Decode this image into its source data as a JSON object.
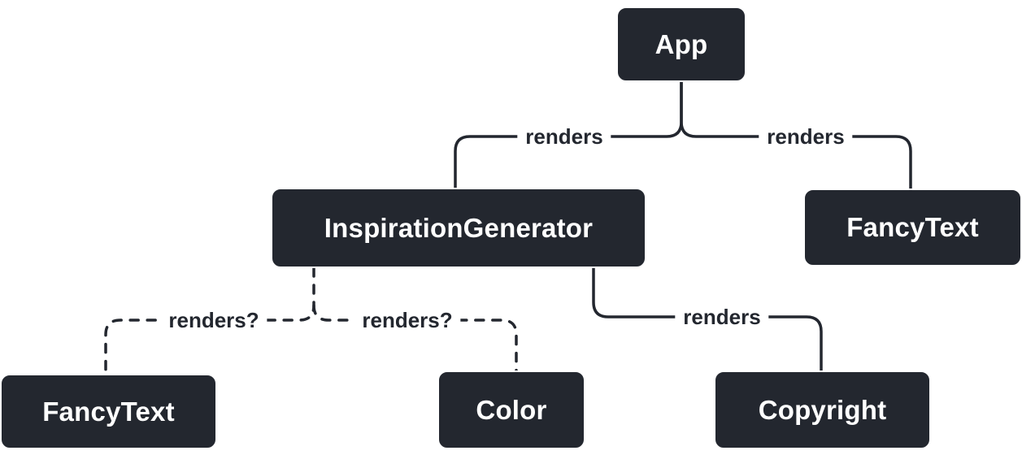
{
  "diagram": {
    "type": "tree",
    "colors": {
      "background": "#ffffff",
      "node_fill": "#23272f",
      "node_text": "#ffffff",
      "edge_stroke": "#23272f"
    },
    "nodes": {
      "app": {
        "label": "App"
      },
      "inspiration_generator": {
        "label": "InspirationGenerator"
      },
      "fancy_text_top": {
        "label": "FancyText"
      },
      "fancy_text_bottom": {
        "label": "FancyText"
      },
      "color": {
        "label": "Color"
      },
      "copyright": {
        "label": "Copyright"
      }
    },
    "edges": {
      "app_to_inspiration_generator": {
        "from": "App",
        "to": "InspirationGenerator",
        "label": "renders",
        "style": "solid"
      },
      "app_to_fancy_text": {
        "from": "App",
        "to": "FancyText",
        "label": "renders",
        "style": "solid"
      },
      "inspiration_generator_to_fancy_text": {
        "from": "InspirationGenerator",
        "to": "FancyText",
        "label": "renders?",
        "style": "dashed"
      },
      "inspiration_generator_to_color": {
        "from": "InspirationGenerator",
        "to": "Color",
        "label": "renders?",
        "style": "dashed"
      },
      "inspiration_generator_to_copyright": {
        "from": "InspirationGenerator",
        "to": "Copyright",
        "label": "renders",
        "style": "solid"
      }
    }
  }
}
